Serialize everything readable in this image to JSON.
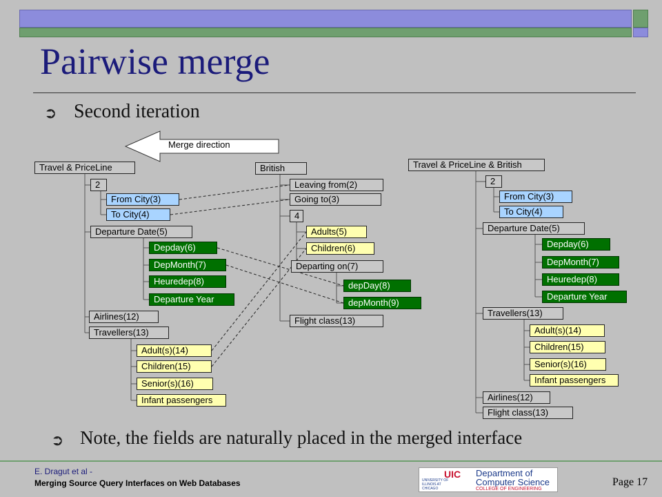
{
  "title": "Pairwise merge",
  "bullet1": "Second iteration",
  "bullet2": "Note, the fields are naturally placed in the merged interface",
  "bullet_icon": "curved-arrow-bullet",
  "merge_direction": "Merge direction",
  "left_tree": {
    "root": "Travel & PriceLine",
    "n2": "2",
    "from_city": "From City(3)",
    "to_city": "To City(4)",
    "departure_date": "Departure Date(5)",
    "depday": "Depday(6)",
    "depmonth": "DepMonth(7)",
    "heuredep": "Heuredep(8)",
    "departure_year": "Departure Year",
    "airlines": "Airlines(12)",
    "travellers": "Travellers(13)",
    "adults": "Adult(s)(14)",
    "children": "Children(15)",
    "seniors": "Senior(s)(16)",
    "infant": "Infant passengers"
  },
  "middle_tree": {
    "root": "British",
    "leaving_from": "Leaving from(2)",
    "going_to": "Going to(3)",
    "n4": "4",
    "adults": "Adults(5)",
    "children": "Children(6)",
    "departing_on": "Departing on(7)",
    "depday": "depDay(8)",
    "depmonth": "depMonth(9)",
    "flight_class": "Flight class(13)"
  },
  "right_tree": {
    "root": "Travel & PriceLine & British",
    "n2": "2",
    "from_city": "From City(3)",
    "to_city": "To City(4)",
    "departure_date": "Departure Date(5)",
    "depday": "Depday(6)",
    "depmonth": "DepMonth(7)",
    "heuredep": "Heuredep(8)",
    "departure_year": "Departure Year",
    "travellers": "Travellers(13)",
    "adults": "Adult(s)(14)",
    "children": "Children(15)",
    "seniors": "Senior(s)(16)",
    "infant": "Infant passengers",
    "airlines": "Airlines(12)",
    "flight_class": "Flight class(13)"
  },
  "footer": {
    "author": "E. Dragut et al -",
    "subtitle": "Merging Source Query Interfaces on Web Databases",
    "page": "Page 17",
    "logo": {
      "uic": "UIC",
      "university": "UNIVERSITY OF ILLINOIS AT CHICAGO",
      "dept_line1": "Department of",
      "dept_line2": "Computer Science",
      "college": "COLLEGE OF ENGINEERING"
    }
  },
  "colors": {
    "title": "#1b1b7a",
    "field_blue": "#a9d4ff",
    "field_yellow": "#ffffb0",
    "field_green": "#007000",
    "field_gray": "#c8c8c8"
  }
}
